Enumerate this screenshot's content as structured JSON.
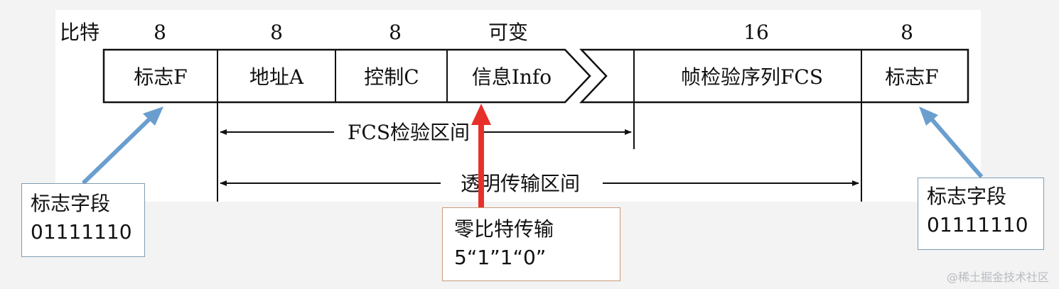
{
  "frame": {
    "bits_label": "比特",
    "field_bits": [
      "8",
      "8",
      "8",
      "可变",
      "16",
      "8"
    ],
    "fields": [
      "标志F",
      "地址A",
      "控制C",
      "信息Info",
      "帧检验序列FCS",
      "标志F"
    ]
  },
  "spans": {
    "fcs": "FCS检验区间",
    "transparent": "透明传输区间"
  },
  "callouts": {
    "left": {
      "line1": "标志字段",
      "line2": "01111110"
    },
    "right": {
      "line1": "标志字段",
      "line2": "01111110"
    },
    "middle": {
      "line1": "零比特传输",
      "line2": "5“1”1“0”"
    }
  },
  "watermark": "@稀土掘金技术社区",
  "colors": {
    "blue_arrow": "#6a9ecf",
    "red_arrow": "#e8302a",
    "callout_border_blue": "#7f9db2",
    "callout_border_orange": "#c79a79"
  },
  "icons": {
    "blue_arrow": "arrow-icon",
    "red_arrow": "arrow-icon"
  }
}
